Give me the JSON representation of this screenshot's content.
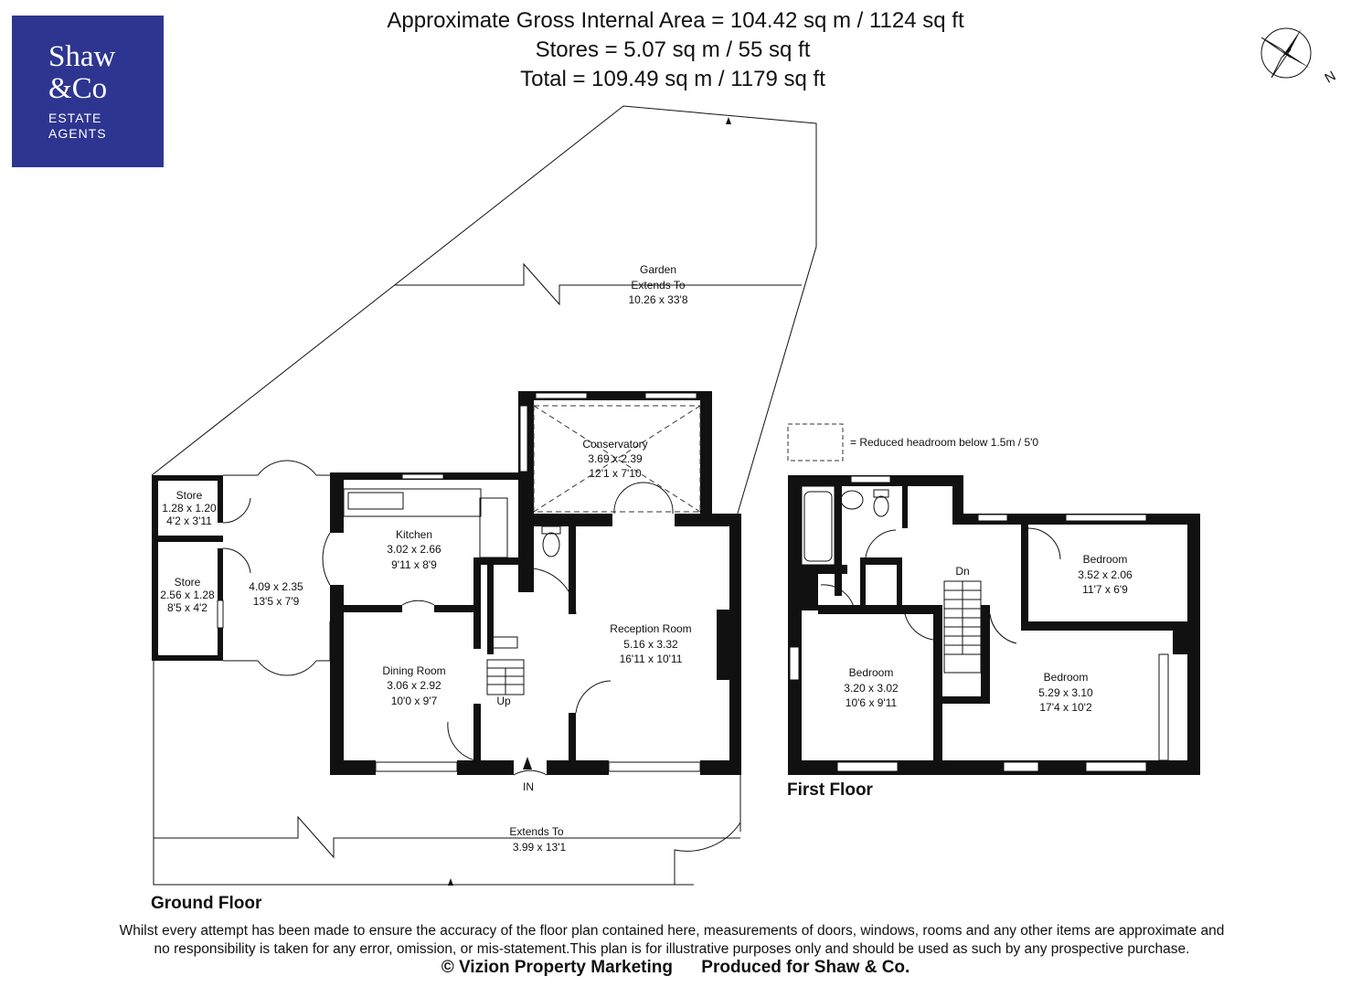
{
  "brand": {
    "name_line1": "Shaw",
    "name_line2": "&Co",
    "tagline_line1": "ESTATE",
    "tagline_line2": "AGENTS",
    "color": "#2e3590"
  },
  "header": {
    "line1": "Approximate Gross Internal Area = 104.42 sq m / 1124 sq ft",
    "line2": "Stores = 5.07 sq m / 55 sq ft",
    "line3": "Total = 109.49 sq m / 1179 sq ft"
  },
  "compass": {
    "label": "N"
  },
  "legend": {
    "text": "= Reduced headroom below 1.5m / 5'0"
  },
  "ground_floor": {
    "label": "Ground Floor",
    "garden_rear": {
      "line1": "Garden",
      "line2": "Extends To",
      "line3": "10.26 x 33'8"
    },
    "garden_front": {
      "line1": "Extends To",
      "line2": "3.99 x 13'1"
    },
    "store_small": {
      "name": "Store",
      "metric": "1.28 x 1.20",
      "imperial": "4'2 x 3'11"
    },
    "store_large": {
      "name": "Store",
      "metric": "2.56 x 1.28",
      "imperial": "8'5 x 4'2"
    },
    "utility": {
      "metric": "4.09 x 2.35",
      "imperial": "13'5 x 7'9"
    },
    "kitchen": {
      "name": "Kitchen",
      "metric": "3.02 x 2.66",
      "imperial": "9'11 x 8'9"
    },
    "conservatory": {
      "name": "Conservatory",
      "metric": "3.69 x 2.39",
      "imperial": "12'1 x 7'10"
    },
    "dining": {
      "name": "Dining Room",
      "metric": "3.06 x 2.92",
      "imperial": "10'0 x 9'7"
    },
    "reception": {
      "name": "Reception Room",
      "metric": "5.16 x 3.32",
      "imperial": "16'11 x 10'11"
    },
    "stairs_label": "Up",
    "entrance_label": "IN"
  },
  "first_floor": {
    "label": "First Floor",
    "stairs_label": "Dn",
    "bedroom_1": {
      "name": "Bedroom",
      "metric": "3.52 x 2.06",
      "imperial": "11'7 x 6'9"
    },
    "bedroom_2": {
      "name": "Bedroom",
      "metric": "3.20 x 3.02",
      "imperial": "10'6 x 9'11"
    },
    "bedroom_3": {
      "name": "Bedroom",
      "metric": "5.29 x 3.10",
      "imperial": "17'4 x 10'2"
    }
  },
  "footer": {
    "disclaimer_line1": "Whilst every attempt has been made to ensure the accuracy of the floor plan contained here, measurements of doors, windows, rooms and any other items are approximate and",
    "disclaimer_line2": "no responsibility is taken for any error, omission, or mis-statement.This plan is for illustrative purposes only and should be used as such by any prospective purchase.",
    "credit_left": "© Vizion Property Marketing",
    "credit_right": "Produced for Shaw & Co."
  }
}
